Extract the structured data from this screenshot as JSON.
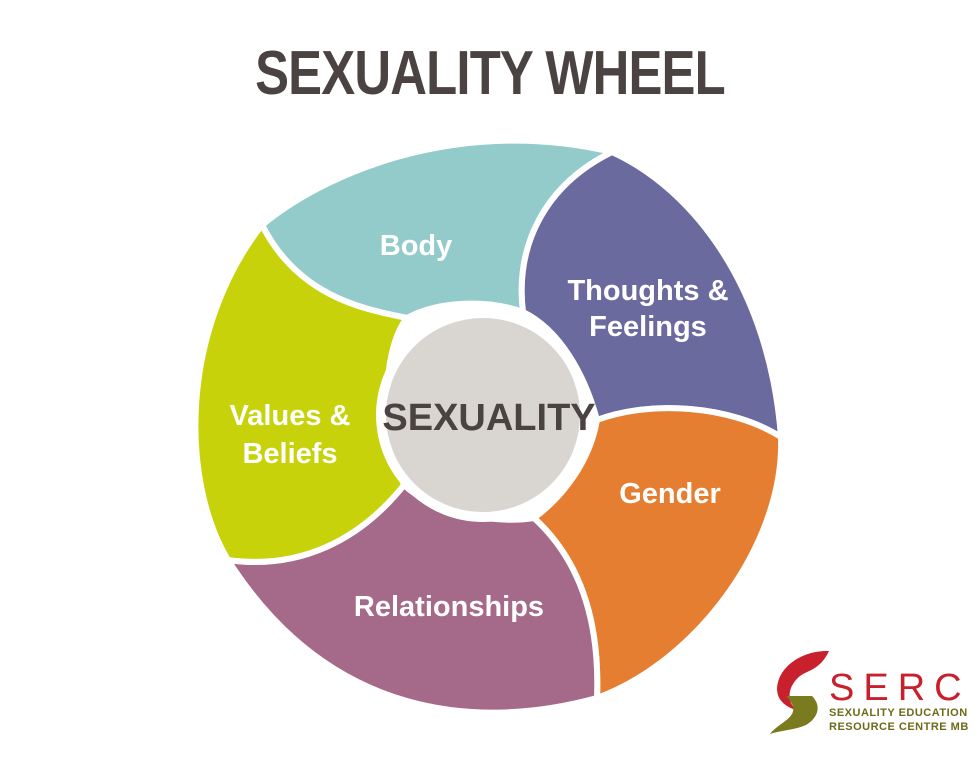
{
  "title": "SEXUALITY WHEEL",
  "center": {
    "label": "SEXUALITY",
    "color": "#d9d5d0"
  },
  "segments": [
    {
      "id": "body",
      "lines": [
        "Body"
      ],
      "color": "#93cbcb"
    },
    {
      "id": "thoughts",
      "lines": [
        "Thoughts &",
        "Feelings"
      ],
      "color": "#6a6a9f"
    },
    {
      "id": "gender",
      "lines": [
        "Gender"
      ],
      "color": "#e67e32"
    },
    {
      "id": "relationships",
      "lines": [
        "Relationships"
      ],
      "color": "#a5698a"
    },
    {
      "id": "values",
      "lines": [
        "Values &",
        "Beliefs"
      ],
      "color": "#c7d20a"
    }
  ],
  "logo": {
    "word": "SERC",
    "line1": "SEXUALITY EDUCATION",
    "line2": "RESOURCE CENTRE MB",
    "red": "#c8202c",
    "olive": "#7a7a1e"
  }
}
